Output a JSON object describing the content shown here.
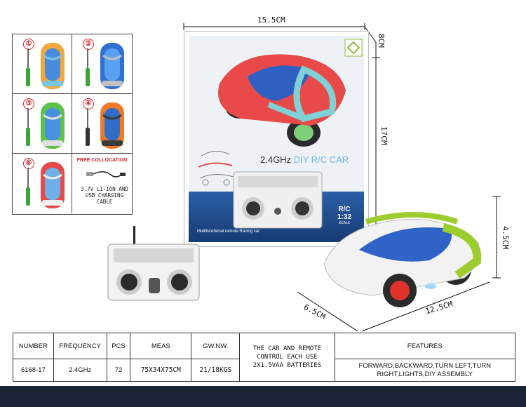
{
  "variants": [
    {
      "num": "①",
      "body": "#f2a93b",
      "glass": "#4a8be0",
      "trim": "#7ac4e8"
    },
    {
      "num": "②",
      "body": "#3070d0",
      "glass": "#5aa0f0",
      "trim": "#c0c0c0"
    },
    {
      "num": "③",
      "body": "#5ec24a",
      "glass": "#4a90e0",
      "trim": "#e0e0e0"
    },
    {
      "num": "④",
      "body": "#ef7b2a",
      "glass": "#2f6dc8",
      "trim": "#3a3a3a"
    },
    {
      "num": "⑥",
      "body": "#e84a4a",
      "glass": "#6fb0e8",
      "trim": "#f0f0f0"
    }
  ],
  "collocation": {
    "title": "FREE COLLOCATION",
    "text": "3.7V LI-ION AND USB CHARGING CABLE"
  },
  "dimensions": {
    "box_width": "15.5CM",
    "box_depth": "8CM",
    "box_height": "17CM",
    "car_height": "4.5CM",
    "car_width": "6.5CM",
    "car_length": "12.5CM"
  },
  "box": {
    "title_main": "2.4GHz ",
    "title_highlight": "DIY R/C CAR",
    "subtitle": "Multifunctional remote Racing car",
    "scale_label": "R/C",
    "scale_value": "1:32",
    "scale_text": "SCALE"
  },
  "colors": {
    "box_car_body": "#e84a4a",
    "box_car_trim": "#7fd1d6",
    "car_body": "#f2f2f2",
    "car_trim": "#9ccc2e",
    "car_glass": "#2f63c8",
    "wheel_rim": "#e0332b"
  },
  "table": {
    "headers": [
      "NUMBER",
      "FREQUENCY",
      "PCS",
      "MEAS",
      "GW.NW.",
      "THE CAR AND REMOTE CONTROL EACH USE 2X1.5VAA BATTERIES",
      "FEATURES"
    ],
    "values": [
      "6168-17",
      "2.4GHz",
      "72",
      "75X34X75CM",
      "21/18KGS",
      "",
      "FORWARD,BACKWARD,TURN LEFT,TURN RIGHT,LIGHTS,DIY ASSEMBLY"
    ]
  }
}
